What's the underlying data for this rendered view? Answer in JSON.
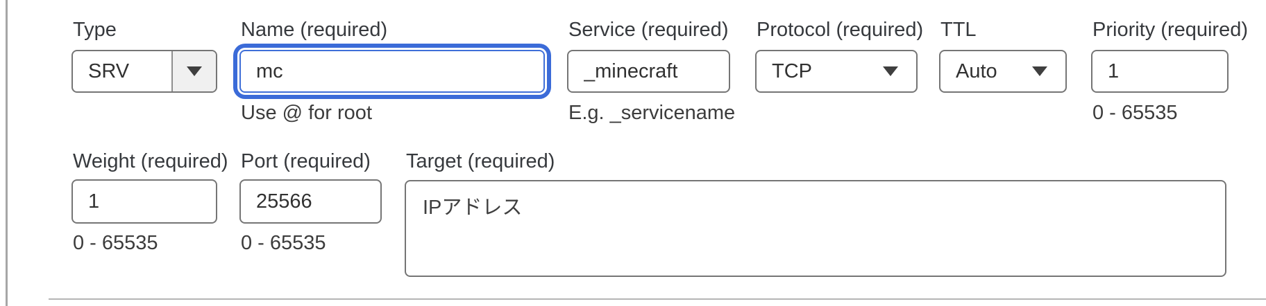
{
  "form": {
    "colors": {
      "focus_blue": "#3b6bd8",
      "input_border": "#757575",
      "text": "#313131"
    },
    "fields": {
      "type": {
        "label": "Type",
        "value": "SRV"
      },
      "name": {
        "label": "Name (required)",
        "value": "mc",
        "helper": "Use @ for root"
      },
      "service": {
        "label": "Service (required)",
        "value": "_minecraft",
        "helper": "E.g. _servicename"
      },
      "protocol": {
        "label": "Protocol (required)",
        "value": "TCP"
      },
      "ttl": {
        "label": "TTL",
        "value": "Auto"
      },
      "priority": {
        "label": "Priority (required)",
        "value": "1",
        "helper": "0 - 65535"
      },
      "weight": {
        "label": "Weight (required)",
        "value": "1",
        "helper": "0 - 65535"
      },
      "port": {
        "label": "Port (required)",
        "value": "25566",
        "helper": "0 - 65535"
      },
      "target": {
        "label": "Target (required)",
        "value": "IPアドレス"
      }
    }
  }
}
